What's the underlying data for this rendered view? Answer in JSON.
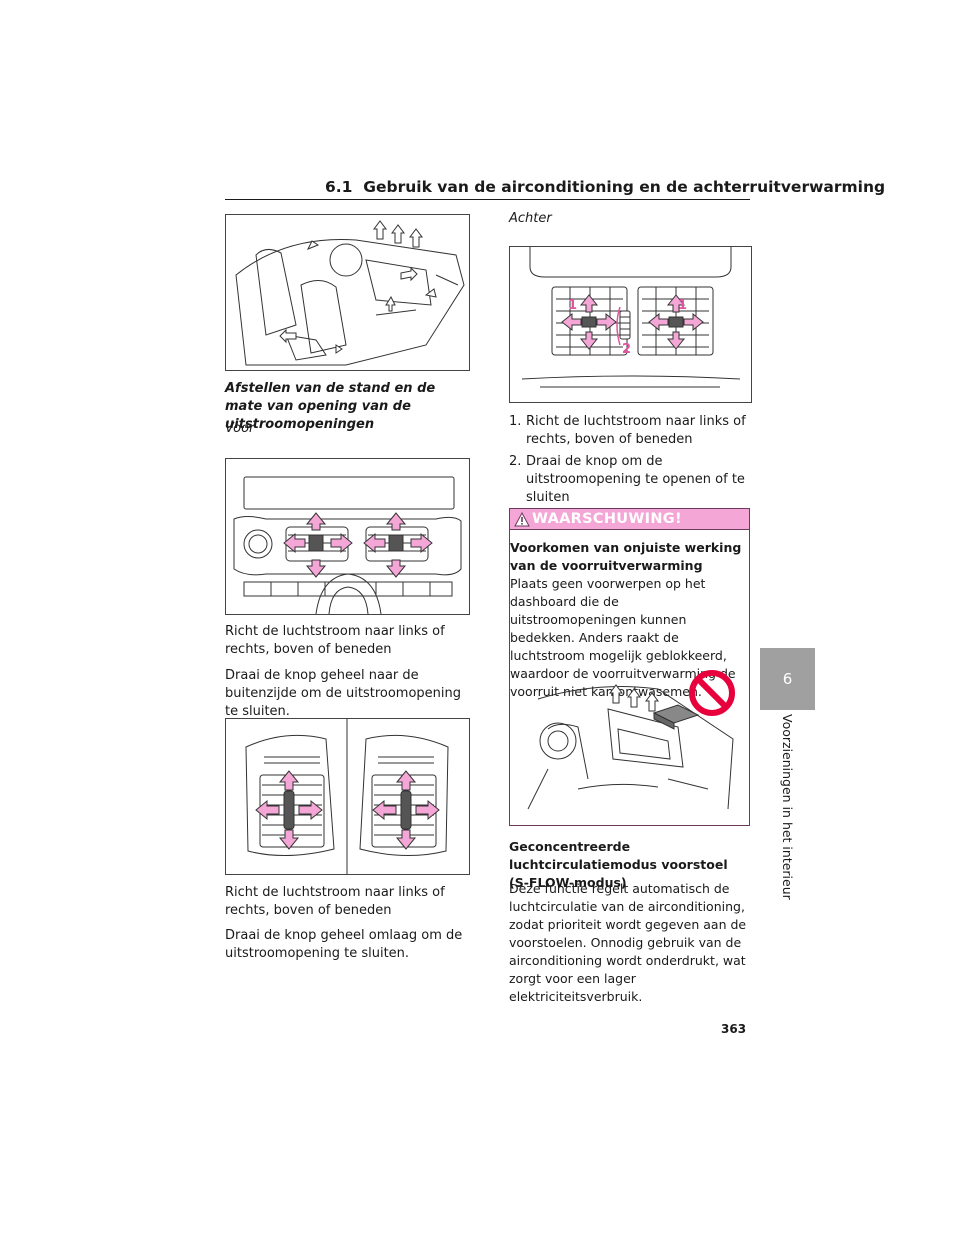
{
  "header": {
    "section_num": "6.1",
    "section_title": "Gebruik van de airconditioning en de achterruitverwarming"
  },
  "left": {
    "subheading": "Afstellen van de stand en de mate van opening van de uitstroomopeningen",
    "front_label": "Voor",
    "front_text_1": "Richt de luchtstroom naar links of rechts, boven of beneden",
    "front_text_2": "Draai de knop geheel naar de buitenzijde om de uitstroomopening te sluiten.",
    "side_text_1": "Richt de luchtstroom naar links of rechts, boven of beneden",
    "side_text_2": "Draai de knop geheel omlaag om de uitstroomopening te sluiten."
  },
  "right": {
    "rear_label": "Achter",
    "rear_callouts": [
      "1",
      "1",
      "2"
    ],
    "steps": [
      {
        "num": "1.",
        "text": "Richt de luchtstroom naar links of rechts, boven of beneden"
      },
      {
        "num": "2.",
        "text": "Draai de knop om de uitstroomopening te openen of te sluiten"
      }
    ],
    "warning": {
      "title": "WAARSCHUWING!",
      "heading": "Voorkomen van onjuiste werking van de voorruitverwarming",
      "body": "Plaats geen voorwerpen op het dashboard die de uitstroomopeningen kunnen bedekken. Anders raakt de luchtstroom mogelijk geblokkeerd, waardoor de voorruitverwarming de voorruit niet kan ontwasemen."
    },
    "sflow_heading": "Geconcentreerde luchtcirculatiemodus voorstoel (S-FLOW-modus)",
    "sflow_body": "Deze functie regelt automatisch de luchtcirculatie van de airconditioning, zodat prioriteit wordt gegeven aan de voorstoelen. Onnodig gebruik van de airconditioning wordt onderdrukt, wat zorgt voor een lager elektriciteitsverbruik."
  },
  "chapter_tab": "6",
  "side_title": "Voorzieningen in het interieur",
  "page_number": "363",
  "colors": {
    "arrow_pink": "#f4a6d7",
    "warning_pink": "#f4a6d7",
    "prohibit_red": "#e8003d",
    "tab_gray": "#a0a0a0"
  }
}
